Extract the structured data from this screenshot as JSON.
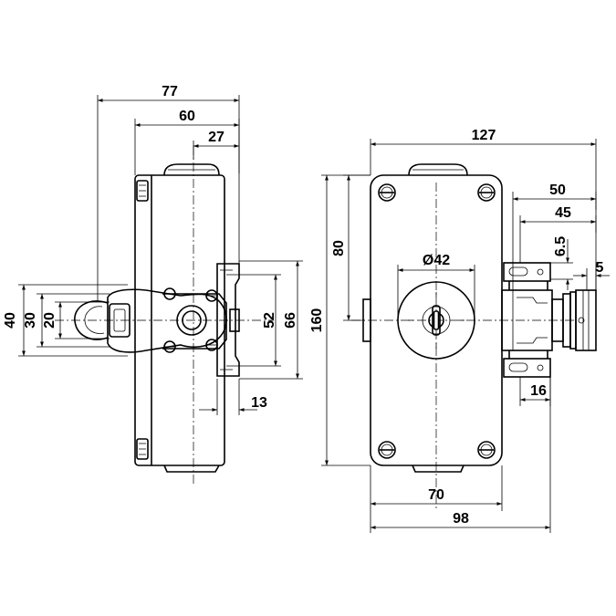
{
  "left_view": {
    "dims": {
      "w77": "77",
      "w60": "60",
      "w27": "27",
      "h52": "52",
      "h66": "66",
      "w13": "13",
      "h40": "40",
      "h30": "30",
      "h20": "20"
    }
  },
  "right_view": {
    "dims": {
      "w127": "127",
      "w50": "50",
      "w45": "45",
      "h6_5": "6.5",
      "h5": "5",
      "h80": "80",
      "h160": "160",
      "dia42": "Ø42",
      "w16": "16",
      "w70": "70",
      "w98": "98"
    }
  },
  "colors": {
    "line": "#000000",
    "background": "#ffffff"
  }
}
